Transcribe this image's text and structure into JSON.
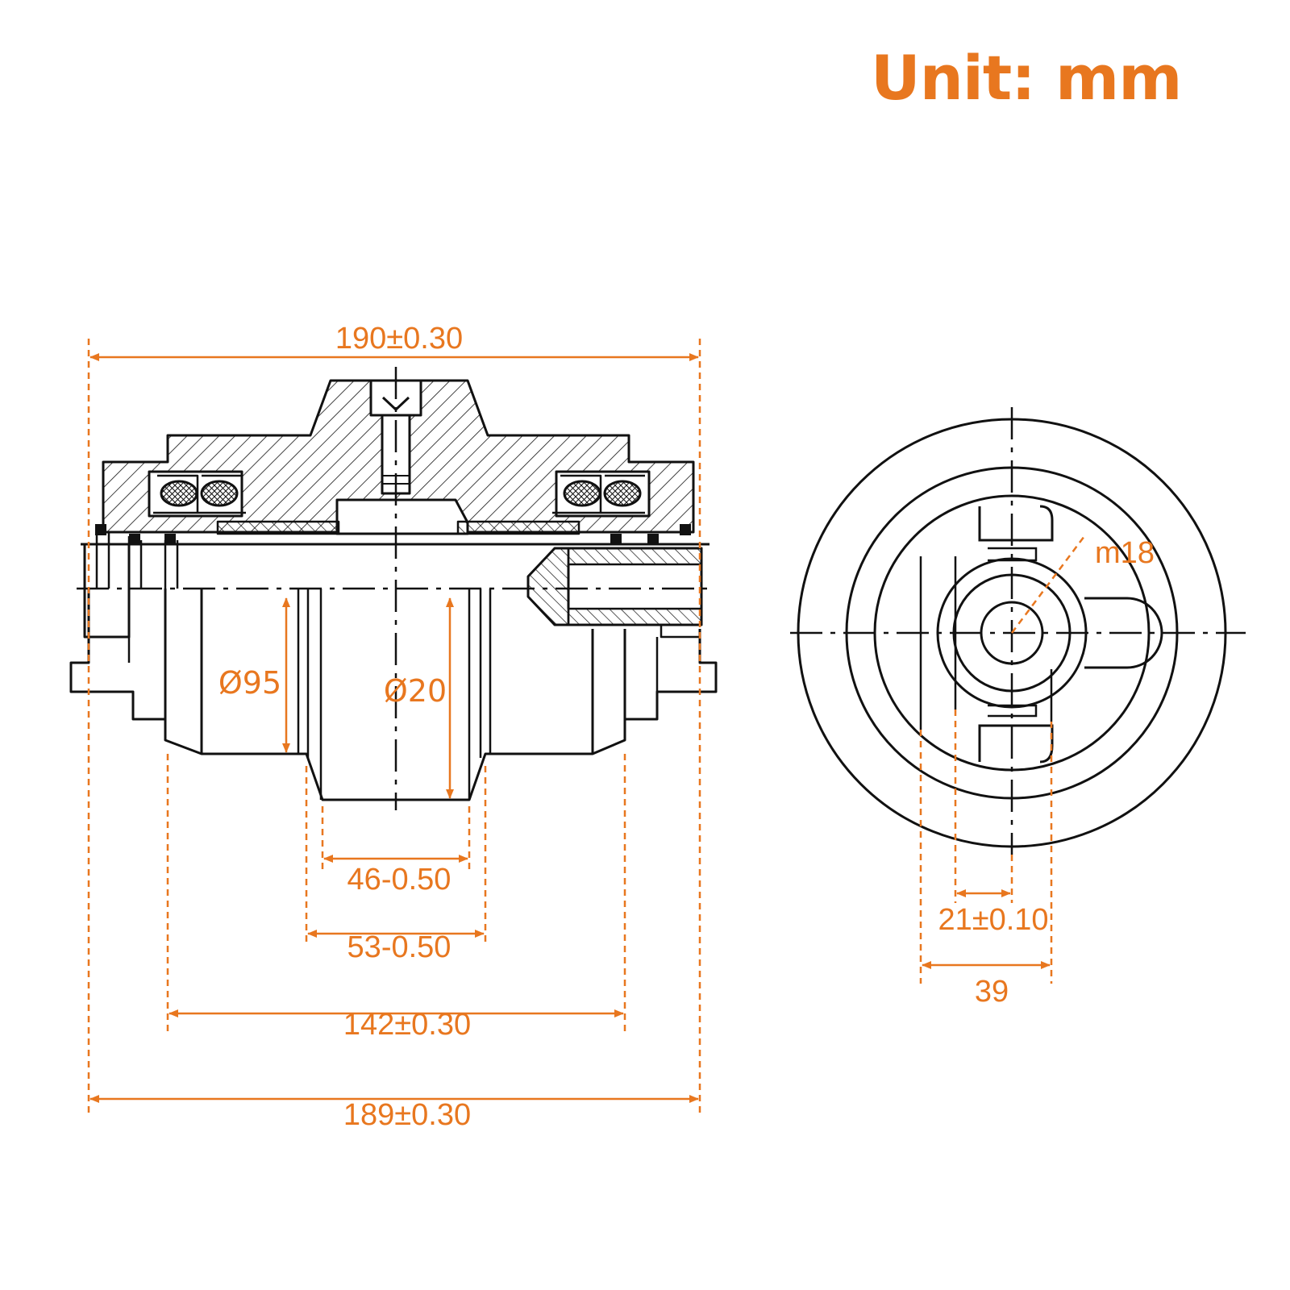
{
  "title": "Unit: mm",
  "colors": {
    "accent": "#e8771f",
    "line": "#111111",
    "paper": "#ffffff"
  },
  "dimensions": {
    "overall_top": "190±0.30",
    "dia_hub": "Ø95",
    "dia_shaft": "Ø20",
    "inner_width": "46-0.50",
    "outer_width": "53-0.50",
    "hub_width": "142±0.30",
    "overall_bottom": "189±0.30",
    "thread": "m18",
    "side_small": "21±0.10",
    "side_large": "39"
  }
}
